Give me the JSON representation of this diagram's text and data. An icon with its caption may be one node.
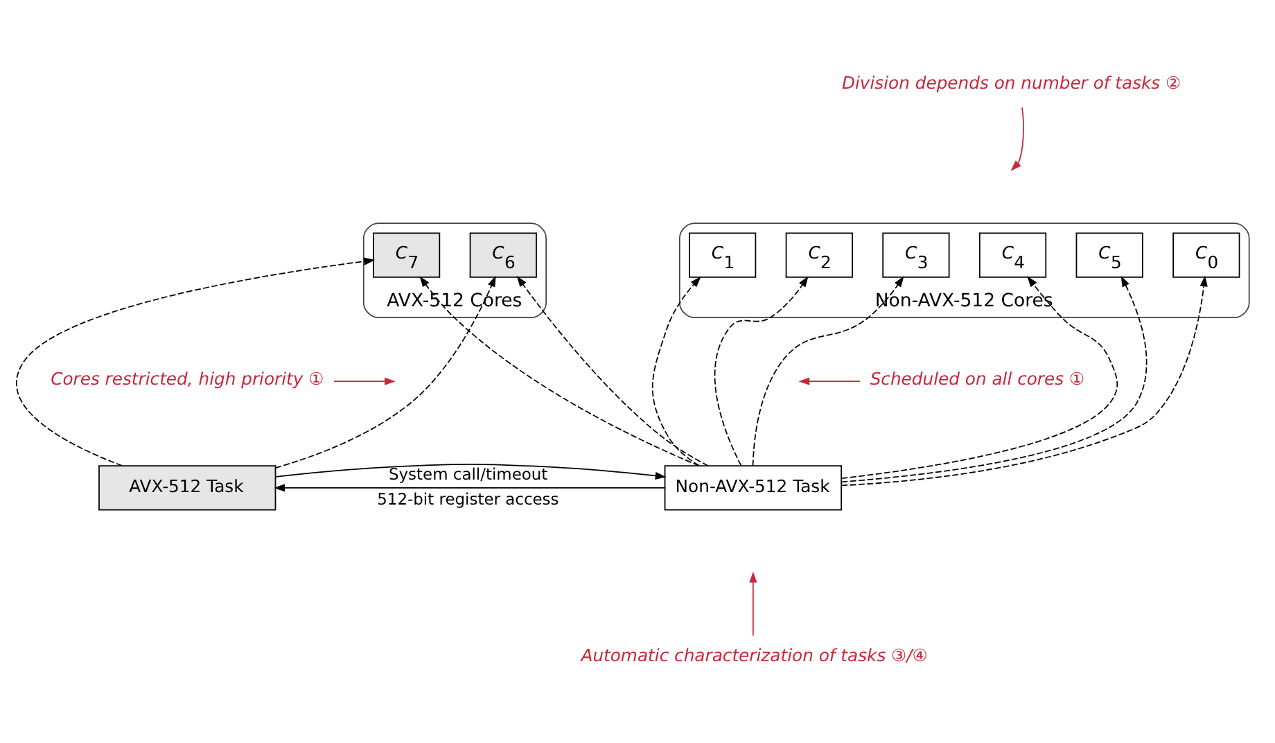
{
  "diagram": {
    "nodes": [
      {
        "text": [
          "Division depends on number of tasks ②"
        ]
      },
      {
        "text": [
          "Non-AVX-512 Cores"
        ]
      },
      {
        "text": [
          "*C*$_{0}$"
        ],
        "in": 1
      },
      {
        "text": [
          "*C*$_{1}$"
        ],
        "in": 1
      },
      {
        "text": [
          "*C*$_{2}$"
        ],
        "in": 1
      },
      {
        "text": [
          "*C*$_{3}$"
        ],
        "in": 1
      },
      {
        "text": [
          "*C*$_{4}$"
        ],
        "in": 1
      },
      {
        "text": [
          "*C*$_{5}$"
        ],
        "in": 1
      },
      {
        "text": [
          "AVX-512 Cores"
        ]
      },
      {
        "text": [
          "*C*$_{6}$"
        ],
        "in": 8
      },
      {
        "text": [
          "*C*$_{7}$"
        ],
        "in": 8
      },
      {
        "text": [
          "Scheduled on all cores ①"
        ]
      },
      {
        "text": [
          "Cores restricted, high priority ①"
        ]
      },
      {
        "text": [
          "Non-AVX-512 Task"
        ]
      },
      {
        "text": [
          "AVX-512 Task"
        ]
      },
      {
        "text": [
          "Automatic characterization of tasks ③/④"
        ]
      }
    ],
    "edges": [
      {
        "from": 13,
        "to": 2,
        "arrow": "to",
        "style": "dashed"
      },
      {
        "from": 13,
        "to": 3,
        "arrow": "to",
        "style": "dashed"
      },
      {
        "from": 13,
        "to": 4,
        "arrow": "to",
        "style": "dashed"
      },
      {
        "from": 13,
        "to": 5,
        "arrow": "to",
        "style": "dashed"
      },
      {
        "from": 13,
        "to": 6,
        "arrow": "to",
        "style": "dashed"
      },
      {
        "from": 13,
        "to": 7,
        "arrow": "to",
        "style": "dashed"
      },
      {
        "from": 13,
        "to": 9,
        "arrow": "to",
        "style": "dashed"
      },
      {
        "from": 13,
        "to": 10,
        "arrow": "to",
        "style": "dashed"
      },
      {
        "from": 14,
        "to": 9,
        "arrow": "to",
        "style": "dashed"
      },
      {
        "from": 14,
        "to": 10,
        "arrow": "to",
        "style": "dashed"
      },
      {
        "from": 13,
        "to": 14,
        "arrow": "to",
        "label": "512-bit register access"
      },
      {
        "from": 14,
        "to": 13,
        "arrow": "to",
        "label": "System call/timeout"
      },
      {
        "from": 0,
        "to": null,
        "arrow": "to",
        "color": "#c8283c"
      },
      {
        "from": 11,
        "to": null,
        "arrow": "to",
        "color": "#c8283c"
      },
      {
        "from": 12,
        "to": null,
        "arrow": "to",
        "color": "#c8283c"
      },
      {
        "from": 15,
        "to": null,
        "arrow": "to",
        "color": "#c8283c"
      }
    ]
  }
}
